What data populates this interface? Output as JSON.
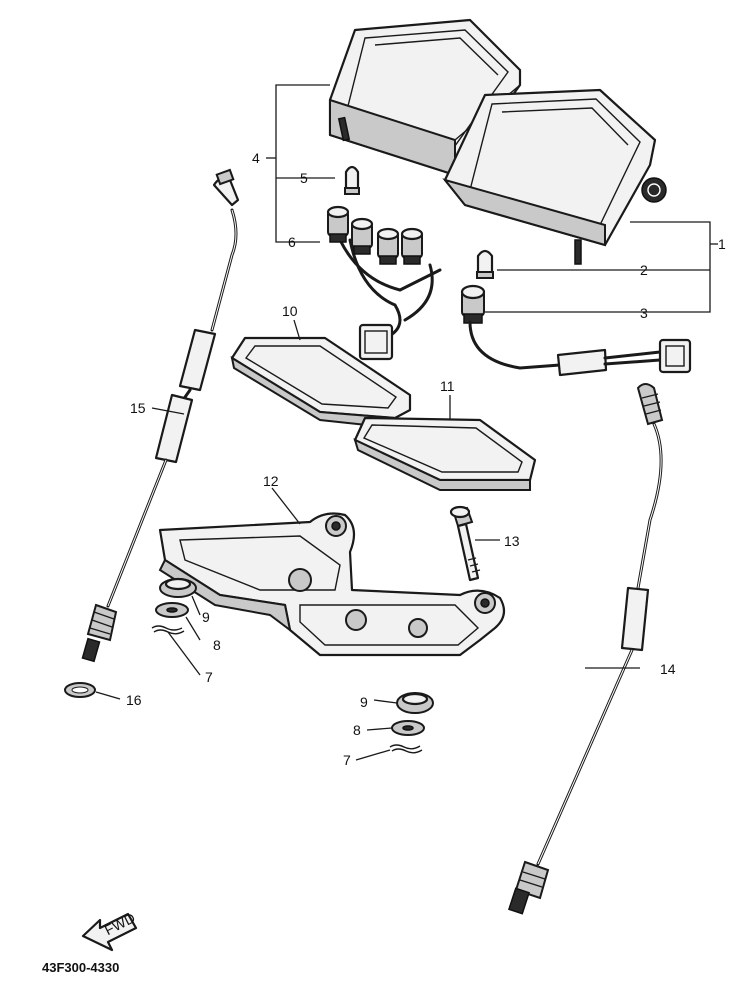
{
  "callouts": [
    {
      "id": "1",
      "label": "1"
    },
    {
      "id": "2",
      "label": "2"
    },
    {
      "id": "3",
      "label": "3"
    },
    {
      "id": "4",
      "label": "4"
    },
    {
      "id": "5",
      "label": "5"
    },
    {
      "id": "6",
      "label": "6"
    },
    {
      "id": "7a",
      "label": "7"
    },
    {
      "id": "7b",
      "label": "7"
    },
    {
      "id": "8a",
      "label": "8"
    },
    {
      "id": "8b",
      "label": "8"
    },
    {
      "id": "9a",
      "label": "9"
    },
    {
      "id": "9b",
      "label": "9"
    },
    {
      "id": "10",
      "label": "10"
    },
    {
      "id": "11",
      "label": "11"
    },
    {
      "id": "12",
      "label": "12"
    },
    {
      "id": "13",
      "label": "13"
    },
    {
      "id": "14",
      "label": "14"
    },
    {
      "id": "15",
      "label": "15"
    },
    {
      "id": "16",
      "label": "16"
    }
  ],
  "front_arrow_label": "FWD",
  "diagram_code": "43F300-4330"
}
